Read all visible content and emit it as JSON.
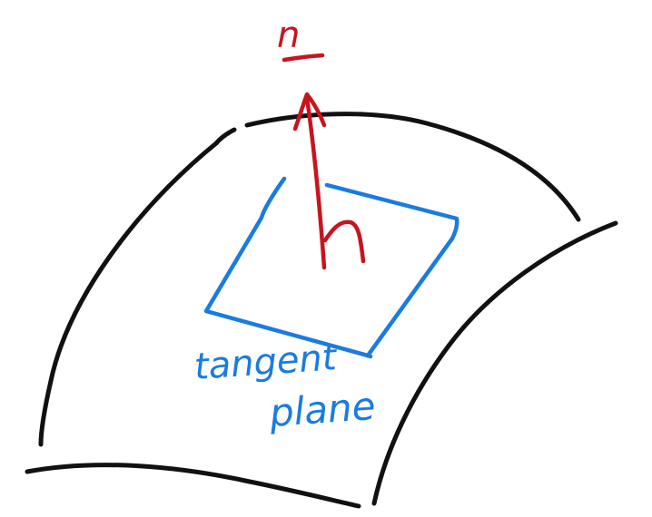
{
  "colors": {
    "surface": "#111111",
    "plane": "#1a7be0",
    "normal": "#c8141e"
  },
  "labels": {
    "normal_symbol": "n",
    "plane_caption_line1": "tangent",
    "plane_caption_line2": "plane"
  }
}
